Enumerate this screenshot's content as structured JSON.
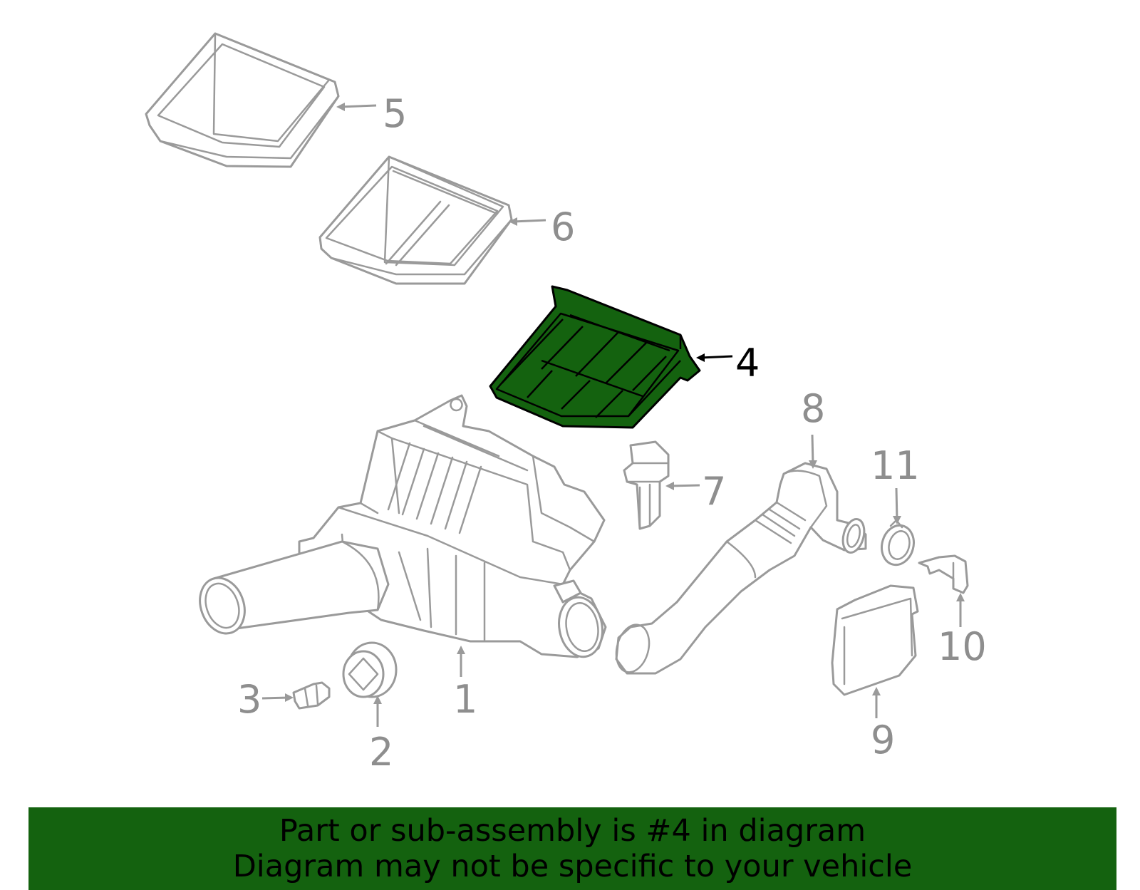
{
  "diagram": {
    "callouts": [
      {
        "label": "1",
        "highlighted": false
      },
      {
        "label": "2",
        "highlighted": false
      },
      {
        "label": "3",
        "highlighted": false
      },
      {
        "label": "4",
        "highlighted": true
      },
      {
        "label": "5",
        "highlighted": false
      },
      {
        "label": "6",
        "highlighted": false
      },
      {
        "label": "7",
        "highlighted": false
      },
      {
        "label": "8",
        "highlighted": false
      },
      {
        "label": "9",
        "highlighted": false
      },
      {
        "label": "10",
        "highlighted": false
      },
      {
        "label": "11",
        "highlighted": false
      }
    ],
    "colors": {
      "highlight": "#14620f",
      "outline": "#9a9a9a",
      "highlight_outline": "#000000"
    }
  },
  "banner": {
    "line1": "Part or sub-assembly is #4 in diagram",
    "line2": "Diagram may not be specific to your vehicle"
  }
}
